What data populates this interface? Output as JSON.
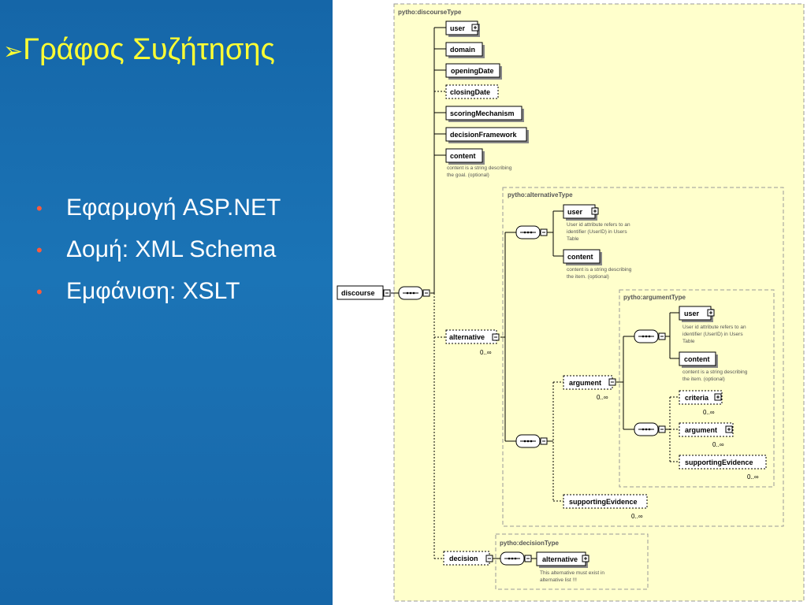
{
  "slide": {
    "title_arrow": "➢",
    "title": "Γράφος Συζήτησης",
    "bullets": [
      "Εφαρμογή ASP.NET",
      "Δομή: XML Schema",
      "Εμφάνιση: XSLT"
    ]
  },
  "colors": {
    "background": "#1a6eb0",
    "title": "#ffff33",
    "bullet_dot": "#ff5a3c",
    "diagram_fill": "#ffffcc"
  },
  "diagram": {
    "root": "discourse",
    "groups": {
      "discourse_type": "pytho:discourseType",
      "alternative_type": "pytho:alternativeType",
      "argument_type": "pytho:argumentType",
      "decision_type": "pytho:decisionType"
    },
    "elements": {
      "user": "user",
      "domain": "domain",
      "opening_date": "openingDate",
      "closing_date": "closingDate",
      "scoring_mechanism": "scoringMechanism",
      "decision_framework": "decisionFramework",
      "content": "content",
      "alternative": "alternative",
      "decision": "decision",
      "argument": "argument",
      "criteria": "criteria",
      "supporting_evidence": "supportingEvidence"
    },
    "annotations": {
      "goal": [
        "content is a string describing",
        "the goal. (optional)"
      ],
      "user_id": [
        "User id attribute refers to an",
        "identifier (UserID) in Users",
        "Table"
      ],
      "item": [
        "content is a string describing",
        "the item. (optional)"
      ],
      "alt_exists": [
        "This alternative must exist in",
        "alternative list !!!"
      ]
    },
    "cardinality": "0..∞"
  }
}
